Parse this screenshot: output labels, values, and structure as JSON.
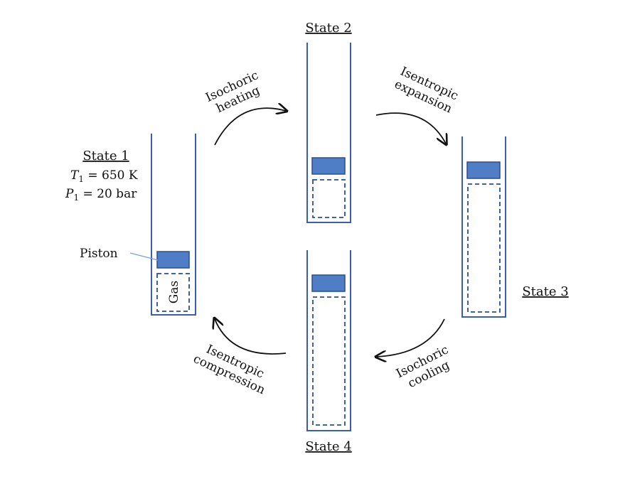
{
  "colors": {
    "cylinder_wall": "#3a5fa6",
    "piston_fill": "#4f7ec6",
    "piston_stroke": "#2d4f8e",
    "gas_dash": "#2d4f8e",
    "arrow": "#111111",
    "leader_line": "#7aa0d6"
  },
  "state1": {
    "title": "State 1",
    "t_symbol": "T",
    "t_sub": "1",
    "t_value": " = 650 K",
    "p_symbol": "P",
    "p_sub": "1",
    "p_value": " = 20 bar",
    "piston_label": "Piston",
    "gas_label": "Gas"
  },
  "state2": {
    "title": "State 2"
  },
  "state3": {
    "title": "State 3"
  },
  "state4": {
    "title": "State 4"
  },
  "processes": {
    "p12": {
      "line1": "Isochoric",
      "line2": "heating"
    },
    "p23": {
      "line1": "Isentropic",
      "line2": "expansion"
    },
    "p34": {
      "line1": "Isochoric",
      "line2": "cooling"
    },
    "p41": {
      "line1": "Isentropic",
      "line2": "compression"
    }
  }
}
